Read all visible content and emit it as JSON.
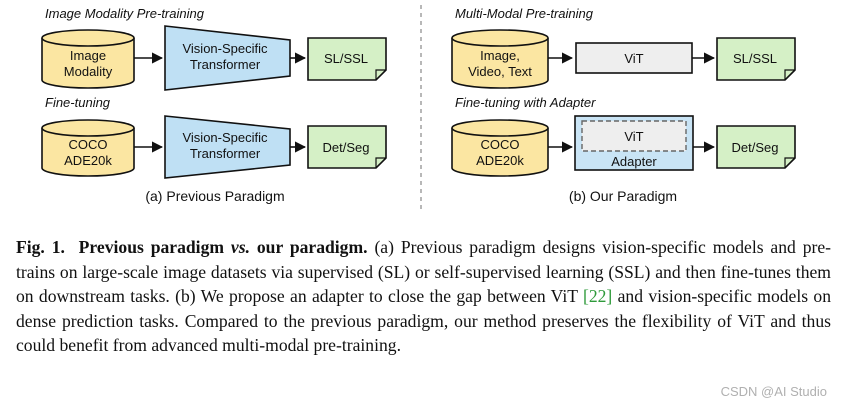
{
  "left_panel": {
    "pretrain_header": "Image Modality Pre-training",
    "finetune_header": "Fine-tuning",
    "pretrain_data_lines": [
      "Image",
      "Modality"
    ],
    "pretrain_model_lines": [
      "Vision-Specific",
      "Transformer"
    ],
    "pretrain_output": "SL/SSL",
    "finetune_data_lines": [
      "COCO",
      "ADE20k"
    ],
    "finetune_model_lines": [
      "Vision-Specific",
      "Transformer"
    ],
    "finetune_output": "Det/Seg",
    "subtitle": "(a) Previous Paradigm"
  },
  "right_panel": {
    "pretrain_header": "Multi-Modal Pre-training",
    "finetune_header": "Fine-tuning with Adapter",
    "pretrain_data_lines": [
      "Image,",
      "Video, Text"
    ],
    "pretrain_model": "ViT",
    "pretrain_output": "SL/SSL",
    "finetune_data_lines": [
      "COCO",
      "ADE20k"
    ],
    "finetune_inner_model": "ViT",
    "finetune_adapter": "Adapter",
    "finetune_output": "Det/Seg",
    "subtitle": "(b) Our Paradigm"
  },
  "caption": {
    "label": "Fig. 1.",
    "title_a": "Previous paradigm",
    "title_vs": "vs.",
    "title_b": "our paradigm.",
    "text_1": "(a) Previous paradigm designs vision-specific models and pre-trains on large-scale image datasets via supervised (SL) or self-supervised learning (SSL) and then fine-tunes them on downstream tasks. (b) We propose an adapter to close the gap between ViT",
    "ref": "[22]",
    "text_2": "and vision-specific models on dense prediction tasks. Compared to the previous paradigm, our method preserves the flexibility of ViT and thus could benefit from advanced multi-modal pre-training."
  },
  "watermark": "CSDN @AI Studio",
  "colors": {
    "cylinder": "#fbe6a2",
    "transformer": "#bfe0f4",
    "output_doc": "#d5f0c6",
    "vit_box": "#eeeeee",
    "adapter": "#c9e4f5",
    "citation": "#2e9a3a"
  }
}
